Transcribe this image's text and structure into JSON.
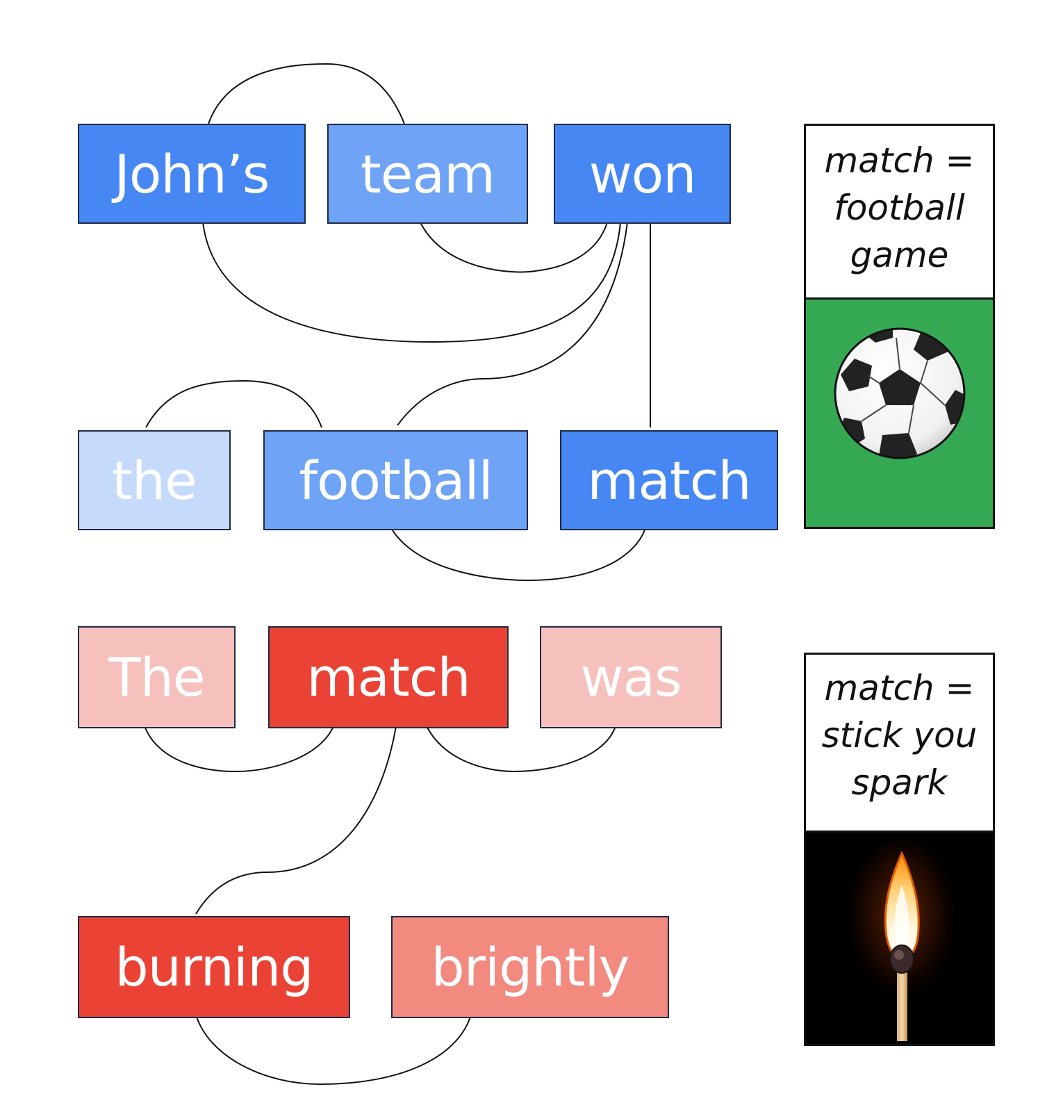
{
  "sentence_1": {
    "words": [
      "John’s",
      "team",
      "won",
      "the",
      "football",
      "match"
    ],
    "color": "#4687f4"
  },
  "sentence_2": {
    "words": [
      "The",
      "match",
      "was",
      "burning",
      "brightly"
    ],
    "color": "#ea4335"
  },
  "legend_football": {
    "lines": [
      "match =",
      "football",
      "game"
    ],
    "image": "soccer-ball-icon",
    "background": "#34a853"
  },
  "legend_stick": {
    "lines": [
      "match =",
      "stick you",
      "spark"
    ],
    "image": "burning-match-icon",
    "background": "#000000"
  }
}
